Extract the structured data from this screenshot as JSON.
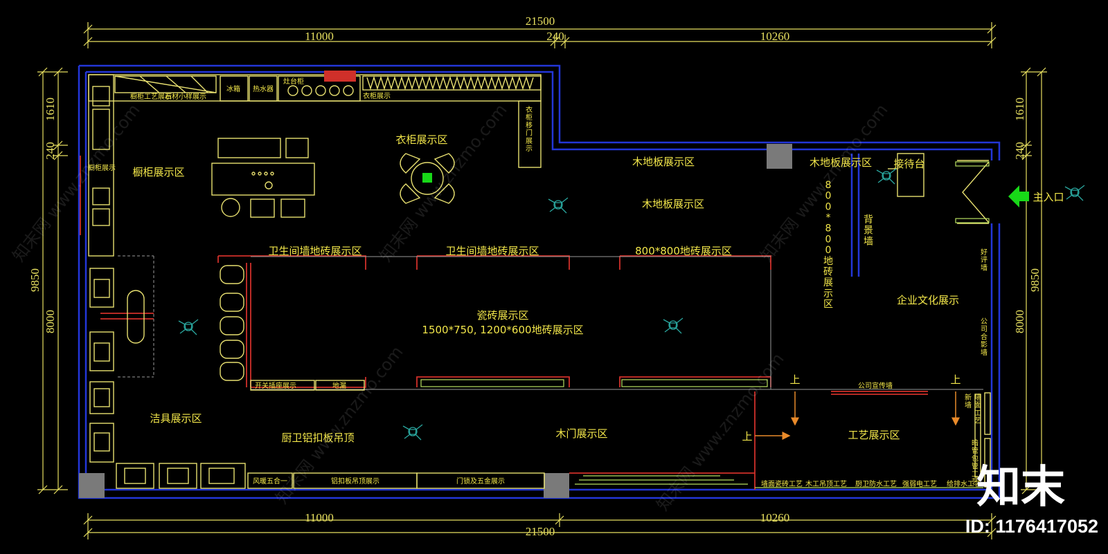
{
  "colors": {
    "background": "#000000",
    "dimension_line": "#e8e060",
    "outer_wall": "#2336d8",
    "partition_red": "#d0302a",
    "label_yellow": "#f2e64a",
    "furniture": "#e8e070",
    "figures": "#2aa8a0",
    "green_entry": "#18d818",
    "orange_arrow": "#e98a2a",
    "column_gray": "#7a7a7a"
  },
  "dimensions": {
    "top_total": "21500",
    "top_left": "11000",
    "top_mid": "240",
    "top_right": "10260",
    "bottom_left": "11000",
    "bottom_right": "10260",
    "bottom_total": "21500",
    "left_a": "1610",
    "left_b": "240",
    "left_c": "8000",
    "left_total": "9850",
    "right_a": "1610",
    "right_b": "240",
    "right_c": "8000",
    "right_total": "9850"
  },
  "labels": {
    "cabinet_zone": "橱柜展示区",
    "wardrobe_zone": "衣柜展示区",
    "wood_floor_strip_1": "木地板展示区",
    "wood_floor_strip_2": "木地板展示区",
    "wood_floor_zone": "木地板展示区",
    "reception": "接待台",
    "tile_800_vertical": "800*800地砖展示区",
    "background_wall": "背景墙",
    "main_entrance": "主入口",
    "bath_wall_tile_1": "卫生间墙地砖展示区",
    "bath_wall_tile_2": "卫生间墙地砖展示区",
    "tile_800_zone": "800*800地砖展示区",
    "ceramic_zone": "瓷砖展示区",
    "ceramic_sizes": "1500*750, 1200*600地砖展示区",
    "culture_zone": "企业文化展示",
    "sanitary_zone": "洁具展示区",
    "aluminum_ceiling": "厨卫铝扣板吊顶",
    "door_zone": "木门展示区",
    "craft_zone": "工艺展示区",
    "up_1": "上",
    "up_2": "上",
    "up_3": "上",
    "company_wall": "公司宣传墙",
    "right_vertical_1": "好评墙",
    "right_vertical_2": "公司合影墙",
    "new_wall": "新墙",
    "wall_craft": "墙面工艺",
    "hidden_pipe": "暗管包管工艺",
    "cab_craft": "橱柜工艺展示",
    "stone_sample": "石材小样展示",
    "fridge": "冰箱",
    "water_heater": "热水器",
    "range_hood": "灶台柜",
    "wardrobe_display": "衣柜展示",
    "wardrobe_door": "衣柜移门展示",
    "cabinet_show": "橱柜展示",
    "switch_display": "开关插座展示",
    "floor_drain": "地漏",
    "bath_fixture": "风暖五合一",
    "ceiling_display": "铝扣板吊顶展示",
    "door_hardware": "门锁及五金展示",
    "craft_1": "墙面瓷砖工艺",
    "craft_2": "木工吊顶工艺",
    "craft_3": "厨卫防水工艺",
    "craft_4": "强弱电工艺",
    "craft_5": "给排水工艺"
  },
  "watermarks": [
    "知末网 www.znzmo.com"
  ],
  "brand": "知末",
  "id_text": "ID: 1176417052"
}
